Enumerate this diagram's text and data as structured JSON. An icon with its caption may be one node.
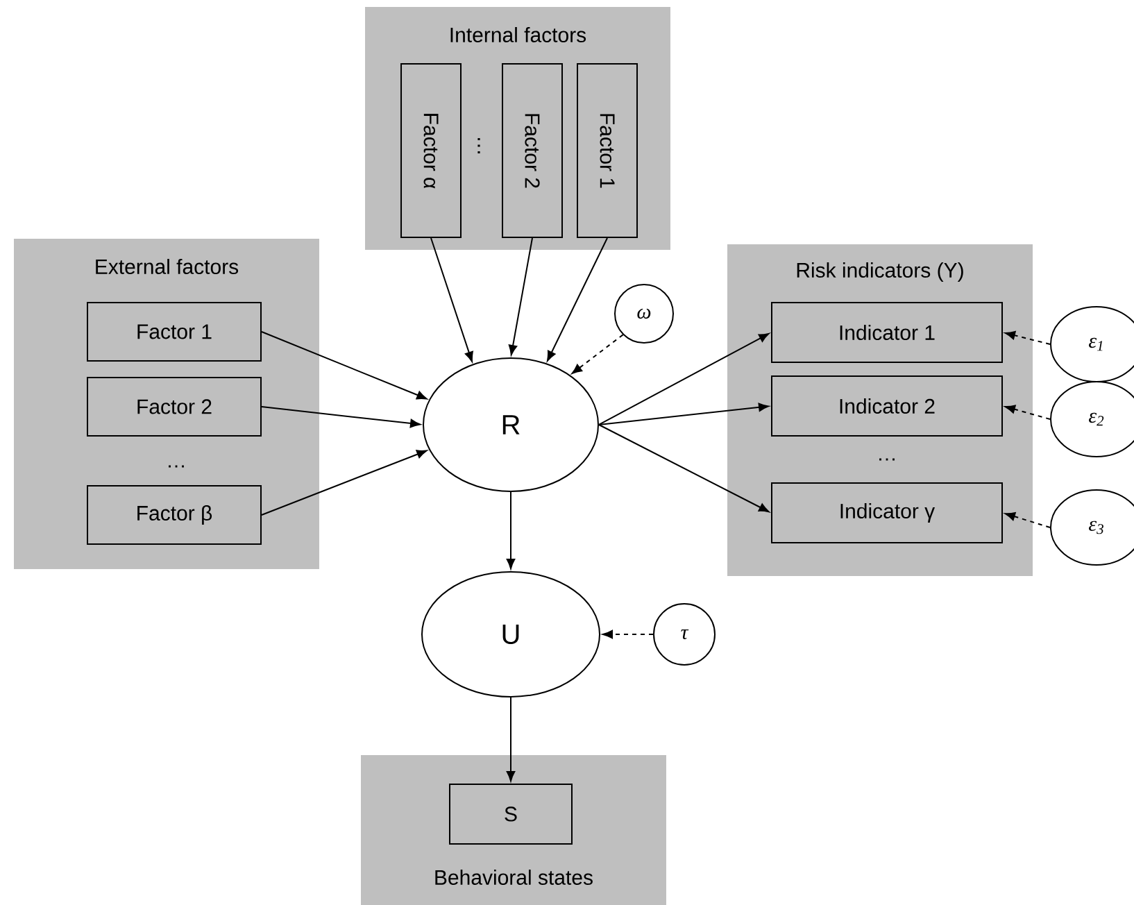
{
  "diagram": {
    "nodes": [
      {
        "text": [
          "Internal factors"
        ]
      },
      {
        "text": [
          "Factor α"
        ],
        "in": 0
      },
      {
        "text": [
          "Factor 2"
        ],
        "in": 0
      },
      {
        "text": [
          "Factor 1"
        ],
        "in": 0
      },
      {
        "text": [
          "External factors"
        ]
      },
      {
        "text": [
          "Factor 1"
        ],
        "in": 4
      },
      {
        "text": [
          "Factor 2"
        ],
        "in": 4
      },
      {
        "text": [
          "Factor β"
        ],
        "in": 4
      },
      {
        "text": [
          "ω"
        ]
      },
      {
        "text": [
          "R"
        ]
      },
      {
        "text": [
          "Risk indicators (Y)"
        ]
      },
      {
        "text": [
          "Indicator 1"
        ],
        "in": 10
      },
      {
        "text": [
          "Indicator 2"
        ],
        "in": 10
      },
      {
        "text": [
          "Indicator γ"
        ],
        "in": 10
      },
      {
        "text": [
          "ε$_{1}$"
        ]
      },
      {
        "text": [
          "ε$_{2}$"
        ]
      },
      {
        "text": [
          "ε$_{3}$"
        ]
      },
      {
        "text": [
          "U"
        ]
      },
      {
        "text": [
          "τ"
        ]
      },
      {
        "text": [
          "Behavioral states"
        ]
      },
      {
        "text": [
          "S"
        ],
        "in": 19
      }
    ],
    "edges": [
      {
        "from": 1,
        "to": 9,
        "arrow": "to"
      },
      {
        "from": 2,
        "to": 9,
        "arrow": "to"
      },
      {
        "from": 3,
        "to": 9,
        "arrow": "to"
      },
      {
        "from": 5,
        "to": 9,
        "arrow": "to"
      },
      {
        "from": 6,
        "to": 9,
        "arrow": "to"
      },
      {
        "from": 7,
        "to": 9,
        "arrow": "to"
      },
      {
        "from": 8,
        "to": 9,
        "arrow": "to",
        "style": "dashed"
      },
      {
        "from": 9,
        "to": 11,
        "arrow": "to"
      },
      {
        "from": 9,
        "to": 12,
        "arrow": "to"
      },
      {
        "from": 9,
        "to": 13,
        "arrow": "to"
      },
      {
        "from": 14,
        "to": 11,
        "arrow": "to",
        "style": "dashed"
      },
      {
        "from": 15,
        "to": 12,
        "arrow": "to",
        "style": "dashed"
      },
      {
        "from": 16,
        "to": 13,
        "arrow": "to",
        "style": "dashed"
      },
      {
        "from": 9,
        "to": 17,
        "arrow": "to"
      },
      {
        "from": 18,
        "to": 17,
        "arrow": "to",
        "style": "dashed"
      },
      {
        "from": 17,
        "to": 20,
        "arrow": "to"
      }
    ],
    "labels": [
      "…",
      "…",
      "…"
    ]
  }
}
